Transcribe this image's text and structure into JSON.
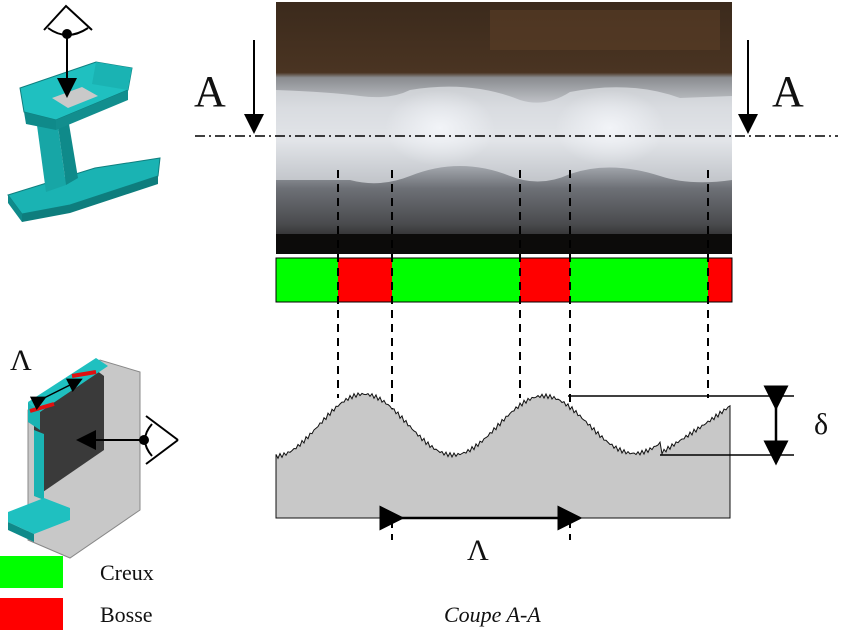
{
  "section_label_left": "A",
  "section_label_right": "A",
  "wavelength_symbol_top": "Λ",
  "wavelength_symbol_bottom": "Λ",
  "amplitude_symbol": "δ",
  "caption": "Coupe A-A",
  "legend": [
    {
      "label": "Creux",
      "color": "#00ff00"
    },
    {
      "label": "Bosse",
      "color": "#ff0000"
    }
  ],
  "band_segments": [
    {
      "kind": "Creux",
      "color": "#00ff00"
    },
    {
      "kind": "Bosse",
      "color": "#ff0000"
    },
    {
      "kind": "Creux",
      "color": "#00ff00"
    },
    {
      "kind": "Bosse",
      "color": "#ff0000"
    },
    {
      "kind": "Creux",
      "color": "#00ff00"
    },
    {
      "kind": "Bosse",
      "color": "#ff0000"
    }
  ],
  "colors": {
    "rail": "#1ab3b3",
    "rail_dark": "#0f8a8a",
    "profile_fill": "#c8c8c8",
    "photo_dark": "#2a1d14"
  },
  "icons": [
    "eye-icon",
    "rail-icon",
    "eye-side-icon"
  ]
}
